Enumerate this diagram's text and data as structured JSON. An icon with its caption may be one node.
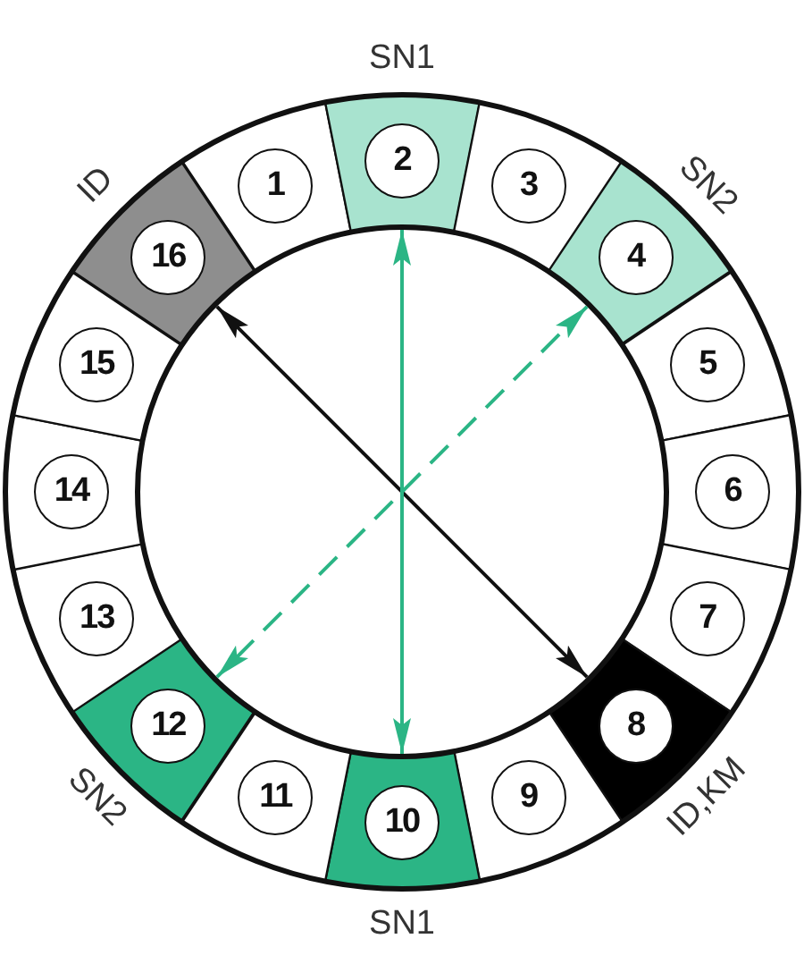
{
  "diagram": {
    "nodes": [
      {
        "text": [
          "1"
        ]
      },
      {
        "text": [
          "2"
        ],
        "beside": [
          "SN1"
        ]
      },
      {
        "text": [
          "3"
        ]
      },
      {
        "text": [
          "4"
        ],
        "beside": [
          "SN2"
        ]
      },
      {
        "text": [
          "5"
        ]
      },
      {
        "text": [
          "6"
        ]
      },
      {
        "text": [
          "7"
        ]
      },
      {
        "text": [
          "8"
        ],
        "beside": [
          "ID,KM"
        ]
      },
      {
        "text": [
          "9"
        ]
      },
      {
        "text": [
          "10"
        ],
        "beside": [
          "SN1"
        ]
      },
      {
        "text": [
          "11"
        ]
      },
      {
        "text": [
          "12"
        ],
        "beside": [
          "SN2"
        ]
      },
      {
        "text": [
          "13"
        ]
      },
      {
        "text": [
          "14"
        ]
      },
      {
        "text": [
          "15"
        ]
      },
      {
        "text": [
          "16"
        ],
        "beside": [
          "ID"
        ]
      }
    ],
    "edges": [
      {
        "from": 15,
        "to": 7,
        "arrow": "both",
        "color": "#111111"
      },
      {
        "from": 1,
        "to": 9,
        "arrow": "both"
      },
      {
        "from": 3,
        "to": 11,
        "arrow": "both",
        "style": "dashed"
      }
    ]
  }
}
